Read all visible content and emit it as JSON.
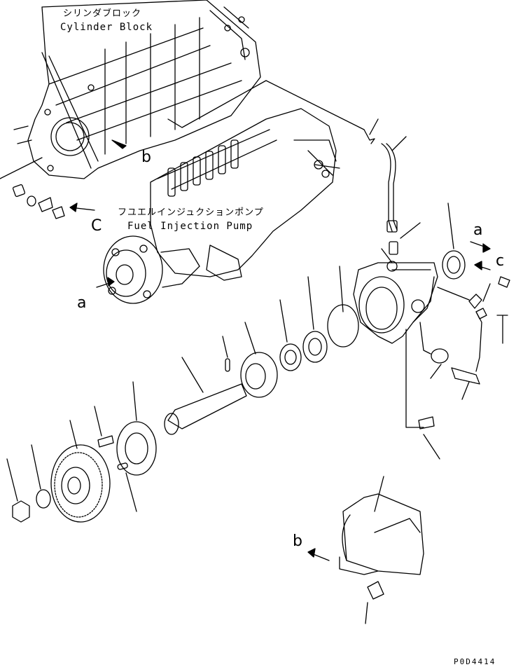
{
  "labels": {
    "cylinder_block_jp": "シリンダブロック",
    "cylinder_block_en": "Cylinder Block",
    "fuel_pump_jp": "フユエルインジュクションポンプ",
    "fuel_pump_en": "Fuel Injection Pump",
    "ref_a_left": "a",
    "ref_a_right": "a",
    "ref_b_block": "b",
    "ref_b_guard": "b",
    "ref_c_left": "C",
    "ref_c_right": "c",
    "drawing_code": "P0D4414"
  },
  "colors": {
    "line": "#000000",
    "background": "#ffffff"
  }
}
